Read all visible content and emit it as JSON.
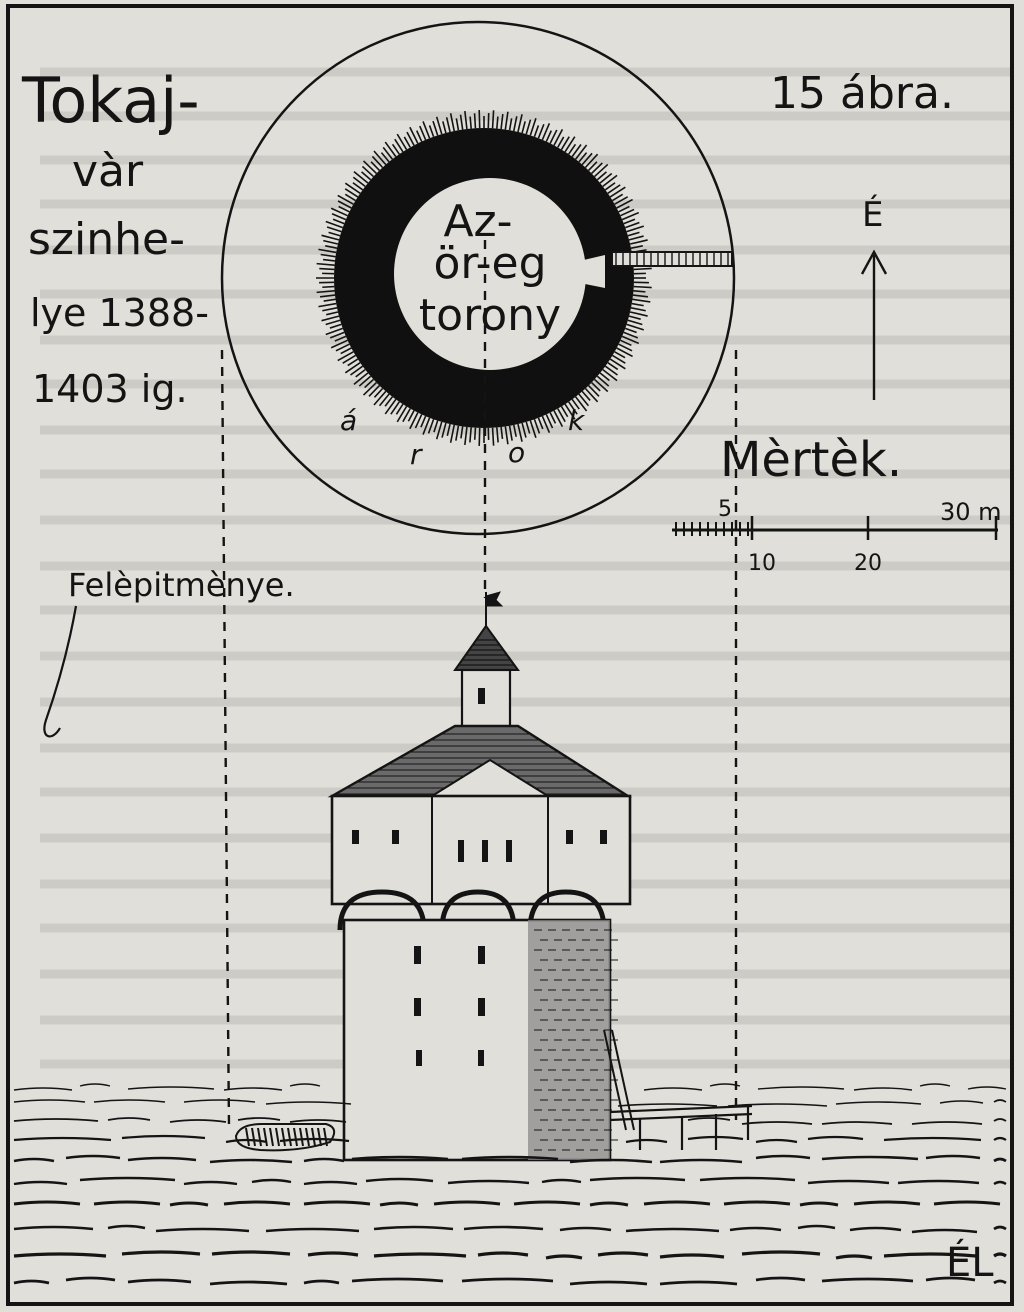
{
  "figure": {
    "title_lines": [
      "Tokaj-",
      "vàr",
      "szinhe-",
      "lye 1388-",
      "1403 ig."
    ],
    "figure_number": "15",
    "figure_number_suffix": "ábra.",
    "north_label": "É",
    "scale_label": "Mèrtèk.",
    "scale_ticks": [
      "5",
      "10",
      "20",
      "30 m"
    ],
    "tower_label_lines": [
      "Az-",
      "ör-eg",
      "torony"
    ],
    "moat_letters": [
      "á",
      "r",
      "o",
      "k"
    ],
    "elevation_label": "Felèpitmènye.",
    "monogram": "ÉL"
  },
  "colors": {
    "ink": "#141414",
    "paper": "#e1dfd9"
  }
}
